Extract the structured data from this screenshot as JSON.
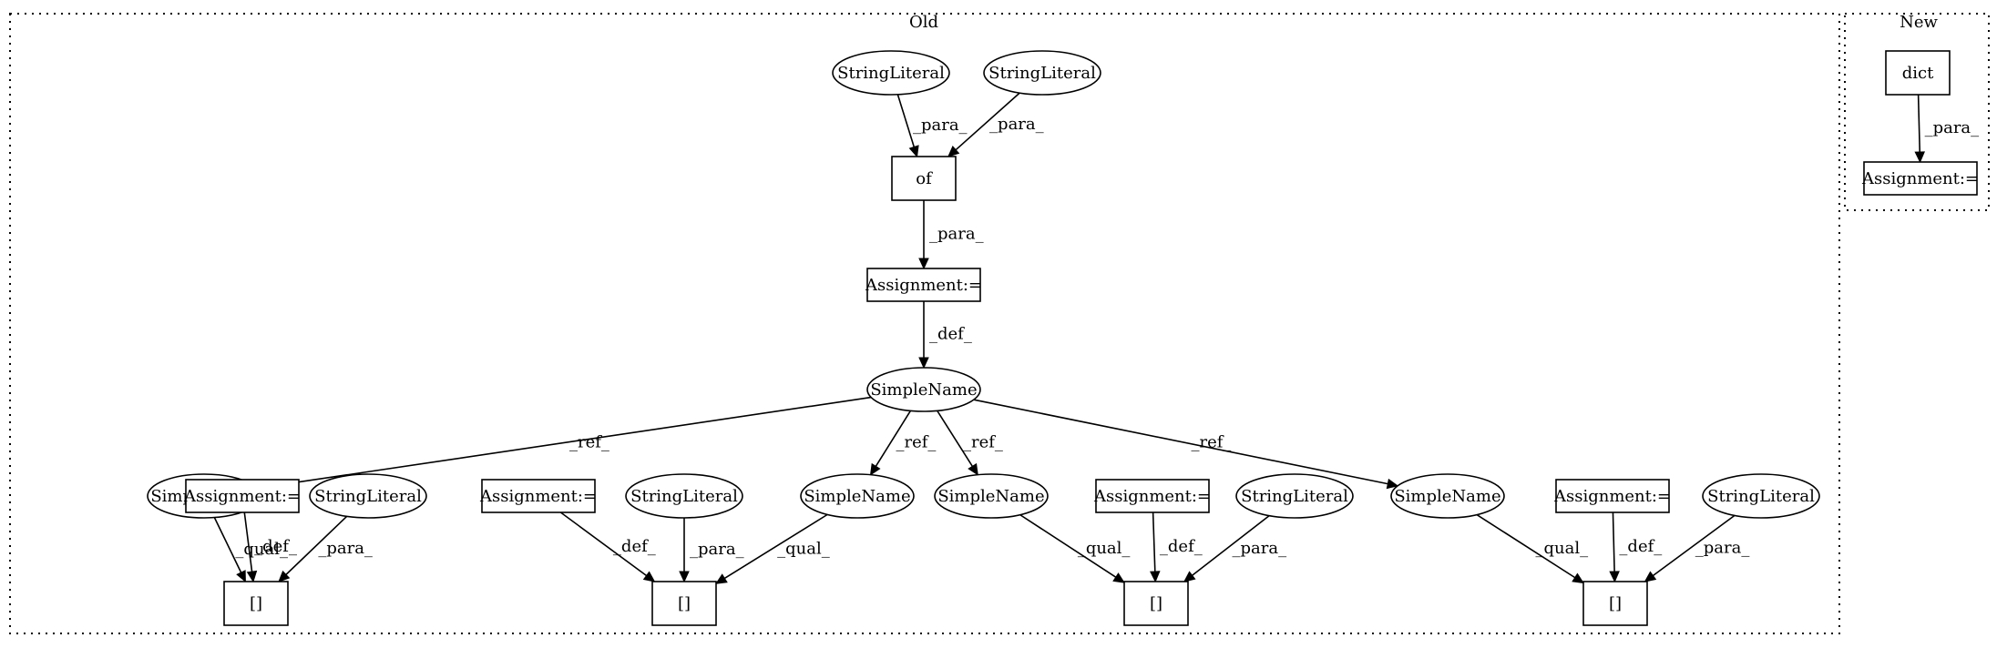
{
  "clusters": [
    {
      "id": "old",
      "label": "Old"
    },
    {
      "id": "new",
      "label": "New"
    }
  ],
  "nodes": [
    {
      "id": "str1",
      "label": "StringLiteral",
      "shape": "ellipse"
    },
    {
      "id": "str2",
      "label": "StringLiteral",
      "shape": "ellipse"
    },
    {
      "id": "of",
      "label": "of",
      "shape": "box"
    },
    {
      "id": "assign_main",
      "label": "Assignment:=",
      "shape": "box"
    },
    {
      "id": "sn_main",
      "label": "SimpleName",
      "shape": "ellipse"
    },
    {
      "id": "sn1",
      "label": "SimpleName",
      "shape": "ellipse"
    },
    {
      "id": "assign1",
      "label": "Assignment:=",
      "shape": "box"
    },
    {
      "id": "str3",
      "label": "StringLiteral",
      "shape": "ellipse"
    },
    {
      "id": "idx1",
      "label": "[]",
      "shape": "box"
    },
    {
      "id": "assign2",
      "label": "Assignment:=",
      "shape": "box"
    },
    {
      "id": "str4",
      "label": "StringLiteral",
      "shape": "ellipse"
    },
    {
      "id": "sn2",
      "label": "SimpleName",
      "shape": "ellipse"
    },
    {
      "id": "idx2",
      "label": "[]",
      "shape": "box"
    },
    {
      "id": "sn3",
      "label": "SimpleName",
      "shape": "ellipse"
    },
    {
      "id": "assign3",
      "label": "Assignment:=",
      "shape": "box"
    },
    {
      "id": "str5",
      "label": "StringLiteral",
      "shape": "ellipse"
    },
    {
      "id": "idx3",
      "label": "[]",
      "shape": "box"
    },
    {
      "id": "sn4",
      "label": "SimpleName",
      "shape": "ellipse"
    },
    {
      "id": "assign4",
      "label": "Assignment:=",
      "shape": "box"
    },
    {
      "id": "str6",
      "label": "StringLiteral",
      "shape": "ellipse"
    },
    {
      "id": "idx4",
      "label": "[]",
      "shape": "box"
    },
    {
      "id": "dict",
      "label": "dict",
      "shape": "box"
    },
    {
      "id": "assign_new",
      "label": "Assignment:=",
      "shape": "box"
    }
  ],
  "edges": [
    {
      "from": "str1",
      "to": "of",
      "label": "_para_"
    },
    {
      "from": "str2",
      "to": "of",
      "label": "_para_"
    },
    {
      "from": "of",
      "to": "assign_main",
      "label": "_para_"
    },
    {
      "from": "assign_main",
      "to": "sn_main",
      "label": "_def_"
    },
    {
      "from": "sn_main",
      "to": "sn1",
      "label": "_ref_"
    },
    {
      "from": "sn_main",
      "to": "sn2",
      "label": "_ref_"
    },
    {
      "from": "sn_main",
      "to": "sn3",
      "label": "_ref_"
    },
    {
      "from": "sn_main",
      "to": "sn4",
      "label": "_ref_"
    },
    {
      "from": "sn1",
      "to": "idx1",
      "label": "_qual_"
    },
    {
      "from": "assign1",
      "to": "idx1",
      "label": "_def_"
    },
    {
      "from": "str3",
      "to": "idx1",
      "label": "_para_"
    },
    {
      "from": "assign2",
      "to": "idx2",
      "label": "_def_"
    },
    {
      "from": "str4",
      "to": "idx2",
      "label": "_para_"
    },
    {
      "from": "sn2",
      "to": "idx2",
      "label": "_qual_"
    },
    {
      "from": "sn3",
      "to": "idx3",
      "label": "_qual_"
    },
    {
      "from": "assign3",
      "to": "idx3",
      "label": "_def_"
    },
    {
      "from": "str5",
      "to": "idx3",
      "label": "_para_"
    },
    {
      "from": "sn4",
      "to": "idx4",
      "label": "_qual_"
    },
    {
      "from": "assign4",
      "to": "idx4",
      "label": "_def_"
    },
    {
      "from": "str6",
      "to": "idx4",
      "label": "_para_"
    },
    {
      "from": "dict",
      "to": "assign_new",
      "label": "_para_"
    }
  ]
}
